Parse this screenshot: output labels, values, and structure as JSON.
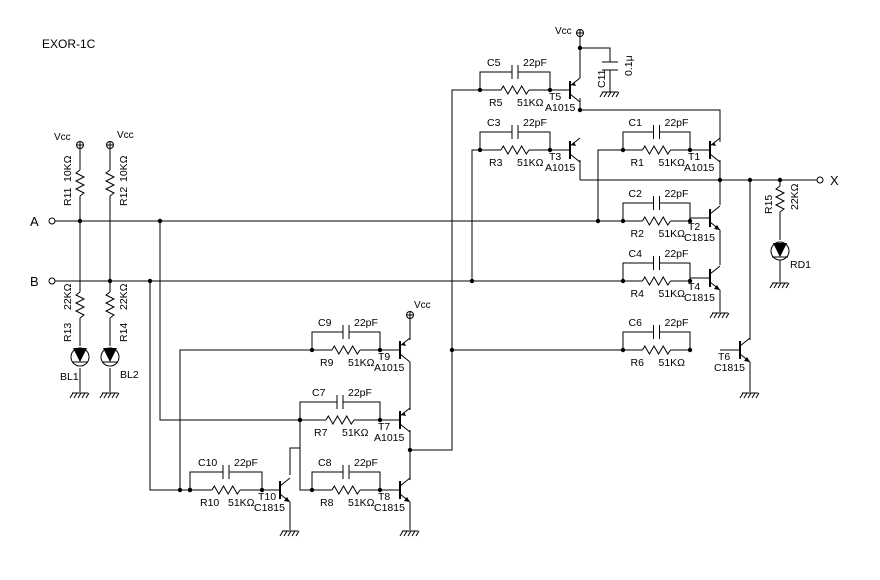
{
  "title": "EXOR-1C",
  "ports": {
    "a": "A",
    "b": "B",
    "x": "X"
  },
  "vcc": "Vcc",
  "labels": {
    "c5": "C5",
    "c5v": "22pF",
    "r5": "R5",
    "r5v": "51KΩ",
    "t5": "T5",
    "t5p": "A1015",
    "c11": "C11",
    "c11v": "0.1μ",
    "c3": "C3",
    "c3v": "22pF",
    "r3": "R3",
    "r3v": "51KΩ",
    "t3": "T3",
    "t3p": "A1015",
    "c1": "C1",
    "c1v": "22pF",
    "r1": "R1",
    "r1v": "51KΩ",
    "t1": "T1",
    "t1p": "A1015",
    "c2": "C2",
    "c2v": "22pF",
    "r2": "R2",
    "r2v": "51KΩ",
    "t2": "T2",
    "t2p": "C1815",
    "c4": "C4",
    "c4v": "22pF",
    "r4": "R4",
    "r4v": "51KΩ",
    "t4": "T4",
    "t4p": "C1815",
    "c6": "C6",
    "c6v": "22pF",
    "r6": "R6",
    "r6v": "51KΩ",
    "t6": "T6",
    "t6p": "C1815",
    "r15": "R15",
    "r15v": "22KΩ",
    "rd1": "RD1",
    "r11": "R11",
    "r11v": "10KΩ",
    "r12": "R12",
    "r12v": "10KΩ",
    "r13": "R13",
    "r13v": "22KΩ",
    "r14": "R14",
    "r14v": "22KΩ",
    "bl1": "BL1",
    "bl2": "BL2",
    "c9": "C9",
    "c9v": "22pF",
    "r9": "R9",
    "r9v": "51KΩ",
    "t9": "T9",
    "t9p": "A1015",
    "c7": "C7",
    "c7v": "22pF",
    "r7": "R7",
    "r7v": "51KΩ",
    "t7": "T7",
    "t7p": "A1015",
    "c10": "C10",
    "c10v": "22pF",
    "r10": "R10",
    "r10v": "51KΩ",
    "t10": "T10",
    "t10p": "C1815",
    "c8": "C8",
    "c8v": "22pF",
    "r8": "R8",
    "r8v": "51KΩ",
    "t8": "T8",
    "t8p": "C1815"
  }
}
